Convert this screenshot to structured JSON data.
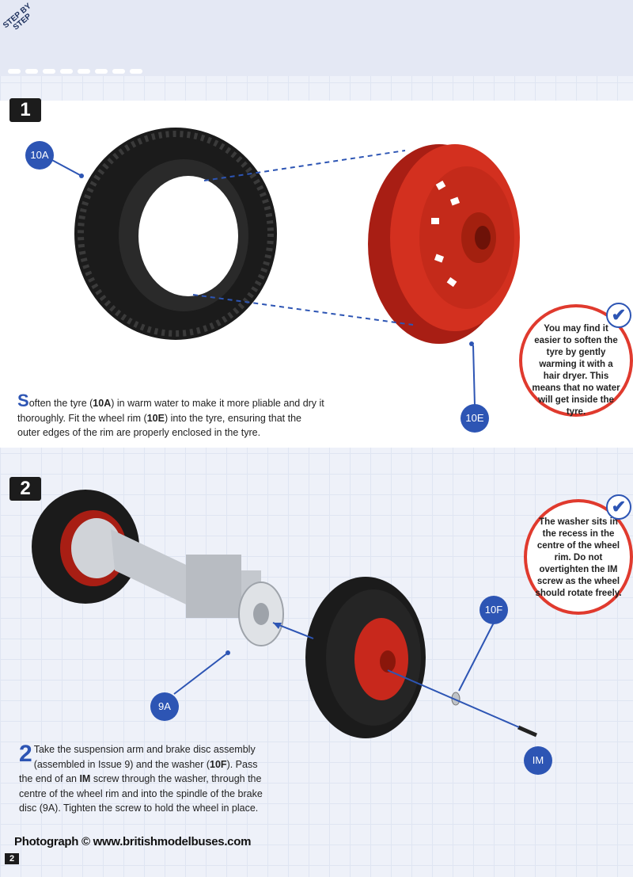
{
  "header": {
    "section_label": "STEP BY STEP"
  },
  "step1": {
    "number": "1",
    "parts": {
      "tyre_label": "10A",
      "rim_label": "10E"
    },
    "instruction_lead": "S",
    "instruction_parts": [
      {
        "text": "often the tyre (",
        "bold": false
      },
      {
        "text": "10A",
        "bold": true
      },
      {
        "text": ") in warm water to make it more pliable and dry it thoroughly. Fit the wheel rim (",
        "bold": false
      },
      {
        "text": "10E",
        "bold": true
      },
      {
        "text": ") into the tyre, ensuring that the outer edges of the rim are properly enclosed in the tyre.",
        "bold": false
      }
    ],
    "tip": "You may find it easier to soften the tyre by gently warming it with a hair dryer. This means that no water will get inside the tyre."
  },
  "step2": {
    "number": "2",
    "parts": {
      "disc_label": "9A",
      "washer_label": "10F",
      "screw_label": "IM"
    },
    "instruction_lead": "2",
    "instruction_parts": [
      {
        "text": "Take the suspension arm and brake disc assembly (assembled in Issue 9) and the washer (",
        "bold": false
      },
      {
        "text": "10F",
        "bold": true
      },
      {
        "text": "). Pass the end of an ",
        "bold": false
      },
      {
        "text": "IM",
        "bold": true
      },
      {
        "text": " screw through the washer, through the centre of the wheel rim and into the spindle of the brake disc (9A). Tighten the screw to hold the wheel in place.",
        "bold": false
      }
    ],
    "tip": "The washer sits in the recess in the centre of the wheel rim. Do not overtighten the IM screw as the wheel should rotate freely."
  },
  "footer": {
    "photo_credit": "Photograph © www.britishmodelbuses.com",
    "page_number": "2"
  },
  "colors": {
    "label_blue": "#2d55b4",
    "tip_red": "#e03a2e",
    "rim_red": "#c8281c",
    "tyre_black": "#1a1a1a"
  }
}
